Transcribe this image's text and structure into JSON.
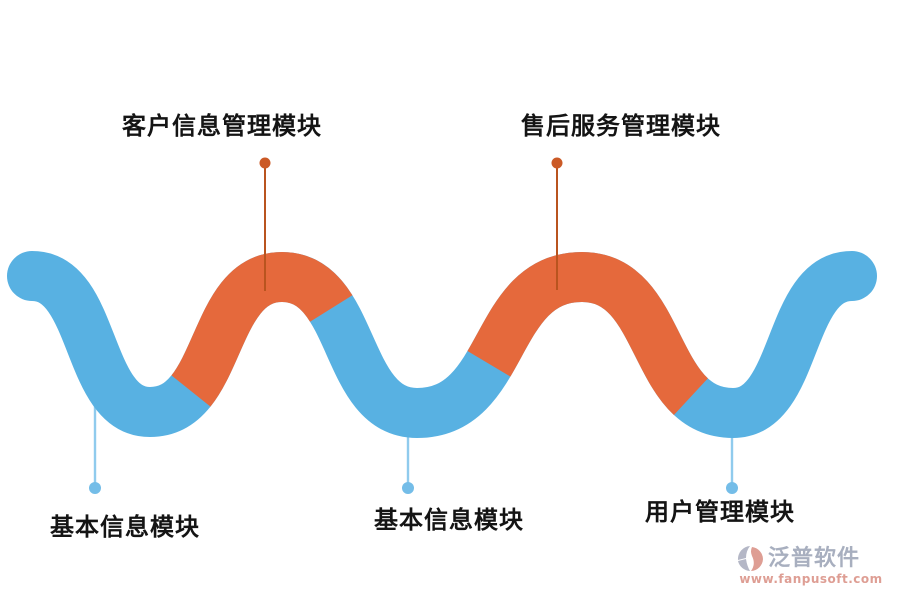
{
  "labels": {
    "top": [
      {
        "text": "客户信息管理模块"
      },
      {
        "text": "售后服务管理模块"
      }
    ],
    "bottom": [
      {
        "text": "基本信息模块"
      },
      {
        "text": "基本信息模块"
      },
      {
        "text": "用户管理模块"
      }
    ]
  },
  "watermark": {
    "brand": "泛普软件",
    "url": "www.fanpusoft.com"
  },
  "colors": {
    "ribbon_blue": "#58b1e2",
    "ribbon_orange": "#e5693c",
    "connector_orange_line": "#b9541f",
    "connector_orange_dot": "#cb5a26",
    "connector_blue_line": "#90cbed",
    "connector_blue_dot": "#74bde8",
    "label_text": "#141414",
    "brand_text": "#9aa2b5",
    "brand_url": "#d98e82",
    "bg": "#ffffff"
  }
}
